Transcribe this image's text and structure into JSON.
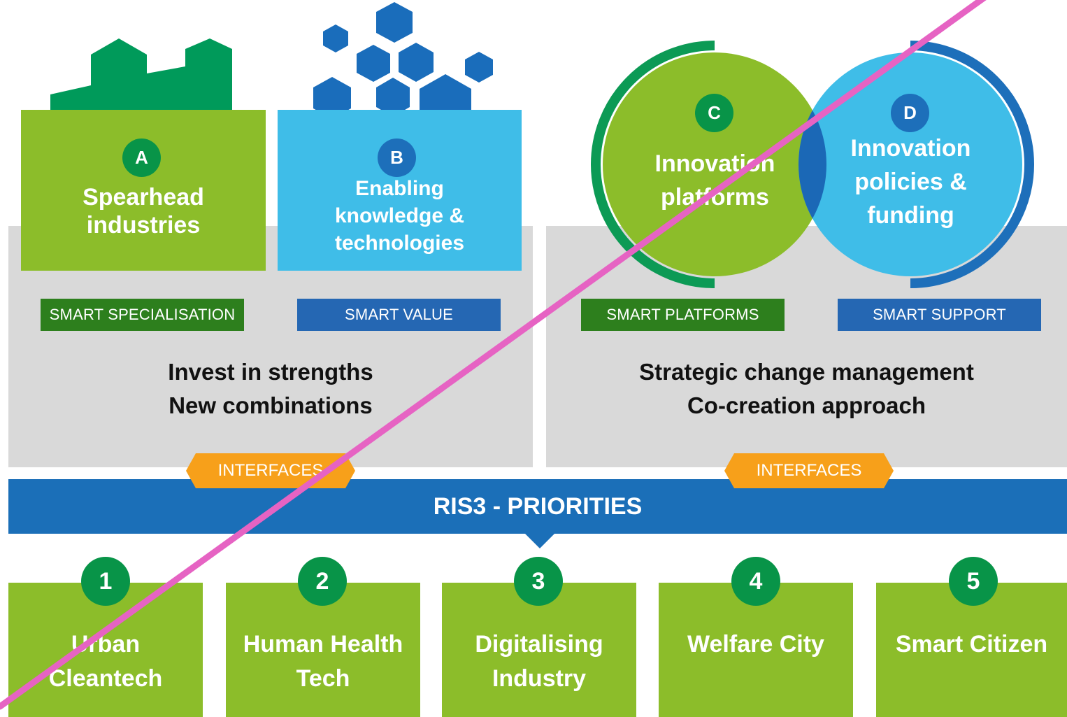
{
  "top": {
    "a": {
      "letter": "A",
      "title_l1": "Spearhead",
      "title_l2": "industries",
      "tag": "SMART SPECIALISATION"
    },
    "b": {
      "letter": "B",
      "title_l1": "Enabling",
      "title_l2": "knowledge &",
      "title_l3": "technologies",
      "tag": "SMART VALUE"
    },
    "c": {
      "letter": "C",
      "title_l1": "Innovation",
      "title_l2": "platforms",
      "tag": "SMART PLATFORMS"
    },
    "d": {
      "letter": "D",
      "title_l1": "Innovation",
      "title_l2": "policies &",
      "title_l3": "funding",
      "tag": "SMART SUPPORT"
    }
  },
  "left_summary": {
    "line1": "Invest in strengths",
    "line2": "New combinations"
  },
  "right_summary": {
    "line1": "Strategic change management",
    "line2": "Co-creation approach"
  },
  "interfaces": {
    "left": "INTERFACES",
    "right": "INTERFACES"
  },
  "priorities_bar": "RIS3 - PRIORITIES",
  "priorities": [
    {
      "number": "1",
      "line1": "Urban",
      "line2": "Cleantech"
    },
    {
      "number": "2",
      "line1": "Human Health",
      "line2": "Tech"
    },
    {
      "number": "3",
      "line1": "Digitalising",
      "line2": "Industry"
    },
    {
      "number": "4",
      "line1": "Welfare City",
      "line2": ""
    },
    {
      "number": "5",
      "line1": "Smart Citizen",
      "line2": ""
    }
  ],
  "colors": {
    "green": "#8cbd2a",
    "dark_green": "#089448",
    "light_blue": "#3fbde8",
    "dark_blue": "#1b6fb8",
    "orange": "#f7a01a",
    "gray": "#d9d9d9",
    "strike": "#e663c3"
  }
}
